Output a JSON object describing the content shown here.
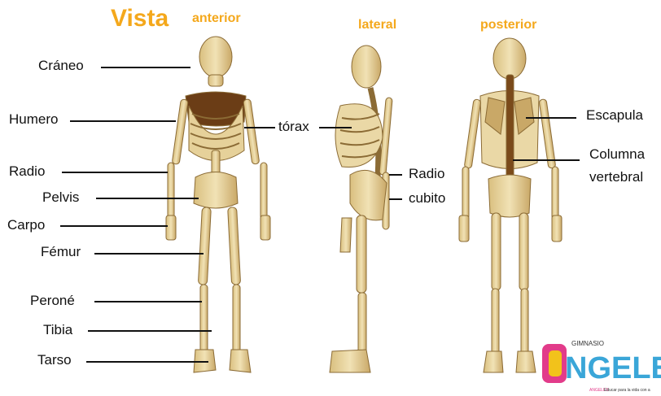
{
  "header": {
    "vista": "Vista",
    "anterior": "anterior",
    "lateral": "lateral",
    "posterior": "posterior"
  },
  "labels": {
    "craneo": "Cráneo",
    "humero": "Humero",
    "radio_front": "Radio",
    "pelvis": "Pelvis",
    "carpo": "Carpo",
    "femur": "Fémur",
    "perone": "Peroné",
    "tibia": "Tibia",
    "tarso": "Tarso",
    "torax": "tórax",
    "radio_side": "Radio",
    "cubito": "cubito",
    "escapula": "Escapula",
    "columna_line1": "Columna",
    "columna_line2": "vertebral"
  },
  "logo": {
    "top_text": "GIMNASIO",
    "brand": "NGELE",
    "tagline_brand": "ANGELES",
    "tagline": "Educar para la vida con a"
  },
  "colors": {
    "title_orange": "#f4a81c",
    "bone": "#e6d19a",
    "bone_dark": "#7a4a1a",
    "logo_pink": "#e23b8a",
    "logo_blue": "#3aa6d8",
    "logo_yellow": "#f2c21b"
  }
}
